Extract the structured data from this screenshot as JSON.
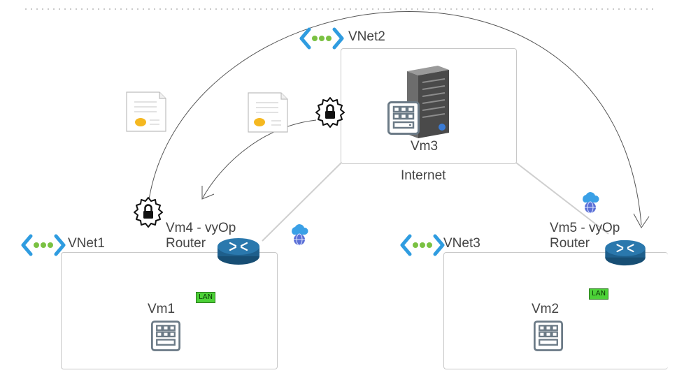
{
  "vnets": {
    "vnet1": "VNet1",
    "vnet2": "VNet2",
    "vnet3": "VNet3"
  },
  "nodes": {
    "vm1": "Vm1",
    "vm2": "Vm2",
    "vm3": "Vm3",
    "internet": "Internet",
    "vm4_line1": "Vm4 - vyOp",
    "vm4_line2": "Router",
    "vm5_line1": "Vm5 - vyOp",
    "vm5_line2": "Router"
  },
  "badges": {
    "lan_left": "LAN",
    "lan_right": "LAN"
  },
  "icons": [
    "vnet-icon",
    "vm-icon",
    "server-icon",
    "router-icon",
    "public-ip-icon",
    "gear-lock-icon",
    "certificate-icon"
  ],
  "colors": {
    "vnet_blue": "#2f9ce0",
    "vnet_green": "#7ac142",
    "router_blue": "#1e5f8c",
    "lan_green": "#4cd137",
    "connector_grey": "#c8c8c8"
  }
}
